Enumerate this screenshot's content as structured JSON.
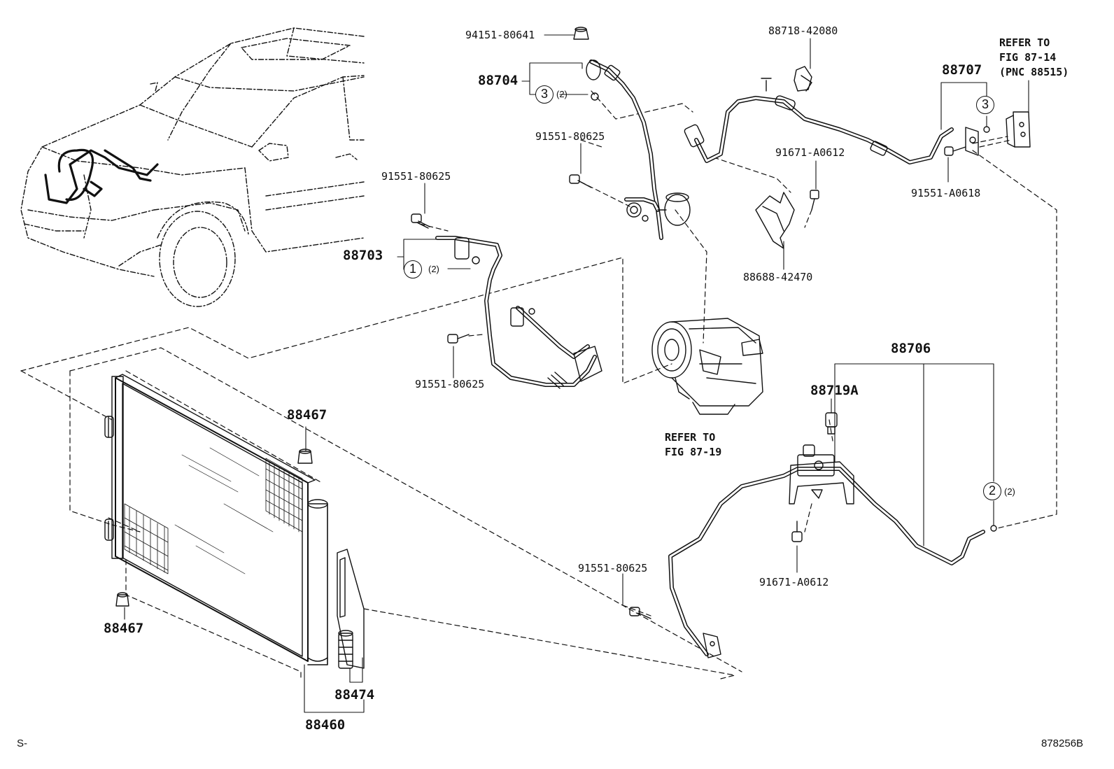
{
  "labels": {
    "l94151": "94151-80641",
    "l88718": "88718-42080",
    "l88704": "88704",
    "l88707": "88707",
    "l91551_a": "91551-80625",
    "l91551_b": "91551-80625",
    "l91551_c": "91551-80625",
    "l91551_d": "91551-80625",
    "l91671_a": "91671-A0612",
    "l91671_b": "91671-A0612",
    "l91551_a0618": "91551-A0618",
    "l88703": "88703",
    "l88688": "88688-42470",
    "l88706": "88706",
    "l88719a": "88719A",
    "l88467_a": "88467",
    "l88467_b": "88467",
    "l88474": "88474",
    "l88460": "88460"
  },
  "callouts": {
    "c3a": "3",
    "c3b": "3",
    "c1": "1",
    "c2": "2",
    "q3a": "(2)",
    "q1": "(2)",
    "q2": "(2)"
  },
  "notes": {
    "fig87_14_line1": "REFER TO",
    "fig87_14_line2": "FIG 87-14",
    "fig87_14_line3": "(PNC 88515)",
    "fig87_19_line1": "REFER TO",
    "fig87_19_line2": "FIG 87-19"
  },
  "corner": {
    "left": "S-",
    "right": "878256B"
  }
}
